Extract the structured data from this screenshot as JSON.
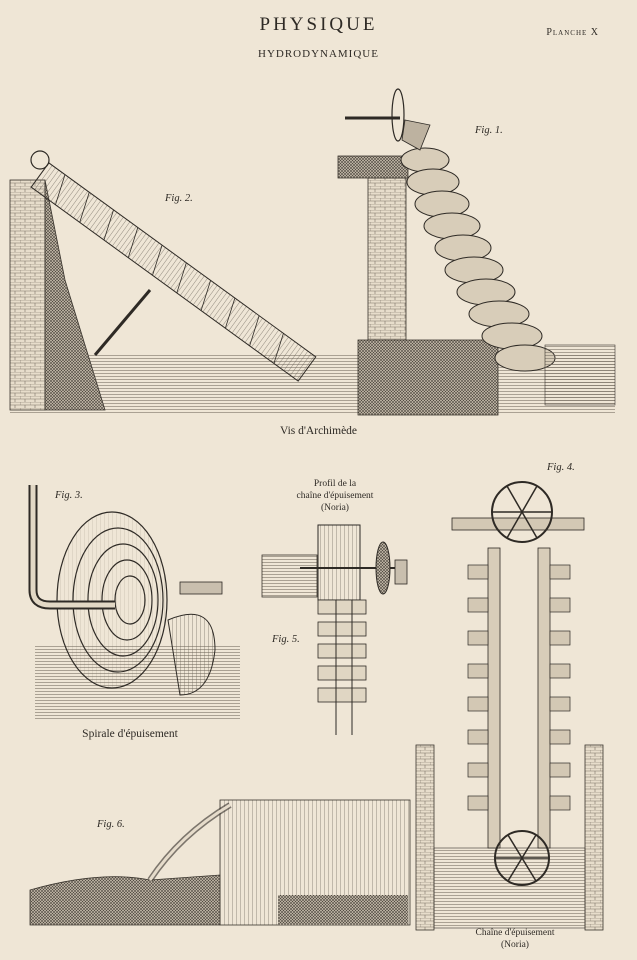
{
  "header": {
    "title": "PHYSIQUE",
    "subtitle": "HYDRODYNAMIQUE",
    "plate": "Planche X"
  },
  "captions": {
    "archimede": "Vis d'Archimède",
    "spirale": "Spirale d'épuisement",
    "profil_line1": "Profil de la",
    "profil_line2": "chaîne d'épuisement",
    "profil_line3": "(Noria)",
    "chaine_line1": "Chaîne d'épuisement",
    "chaine_line2": "(Noria)"
  },
  "figures": {
    "fig1": "Fig. 1.",
    "fig2": "Fig. 2.",
    "fig3": "Fig. 3.",
    "fig4": "Fig. 4.",
    "fig5": "Fig. 5.",
    "fig6": "Fig. 6."
  },
  "colors": {
    "paper": "#efe6d6",
    "ink": "#2e2a25"
  }
}
